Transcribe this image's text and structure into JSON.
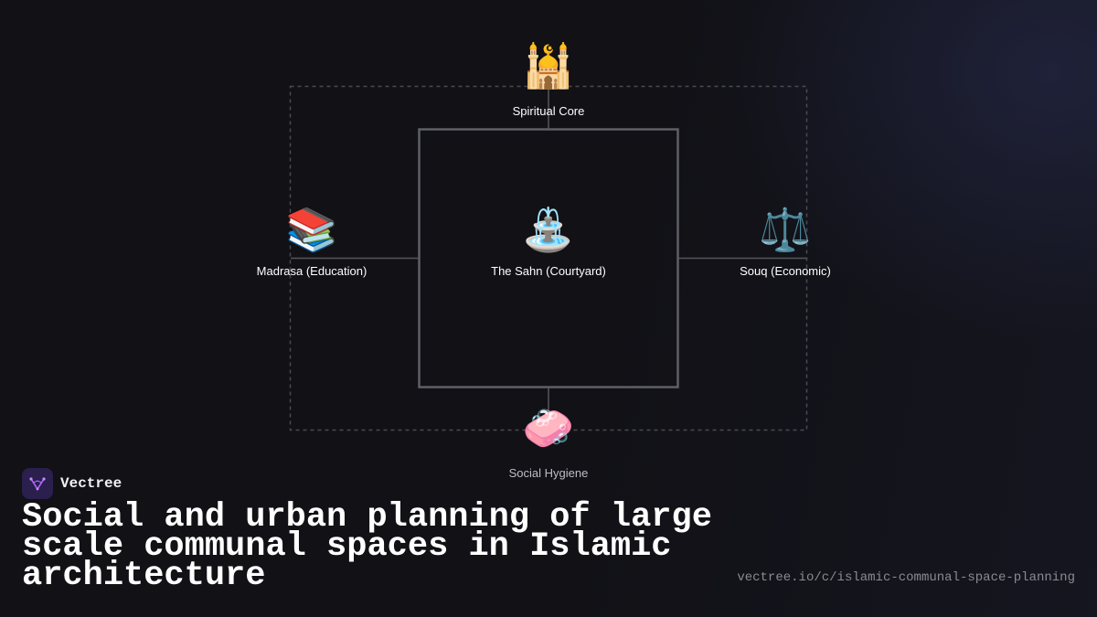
{
  "diagram": {
    "nodes": {
      "spiritual": {
        "icon": "🕌",
        "icon_name": "mosque-icon",
        "label": "Spiritual Core"
      },
      "center": {
        "icon": "⛲",
        "icon_name": "fountain-icon",
        "label": "The Sahn (Courtyard)"
      },
      "madrasa": {
        "icon": "📚",
        "icon_name": "books-icon",
        "label": "Madrasa (Education)"
      },
      "souq": {
        "icon": "⚖️",
        "icon_name": "scales-icon",
        "label": "Souq (Economic)"
      },
      "hygiene": {
        "icon": "🧼",
        "icon_name": "soap-icon",
        "label": "Social Hygiene"
      }
    }
  },
  "brand": {
    "name": "Vectree",
    "accent_color": "#b36bff",
    "logo_bg_color": "#2a1f4d"
  },
  "title": "Social and urban planning of large scale communal spaces in Islamic architecture",
  "url": "vectree.io/c/islamic-communal-space-planning",
  "colors": {
    "background": "#111116",
    "inner_frame": "#5f5f66",
    "outer_frame": "#4a4a52",
    "connector": "#55555c"
  }
}
